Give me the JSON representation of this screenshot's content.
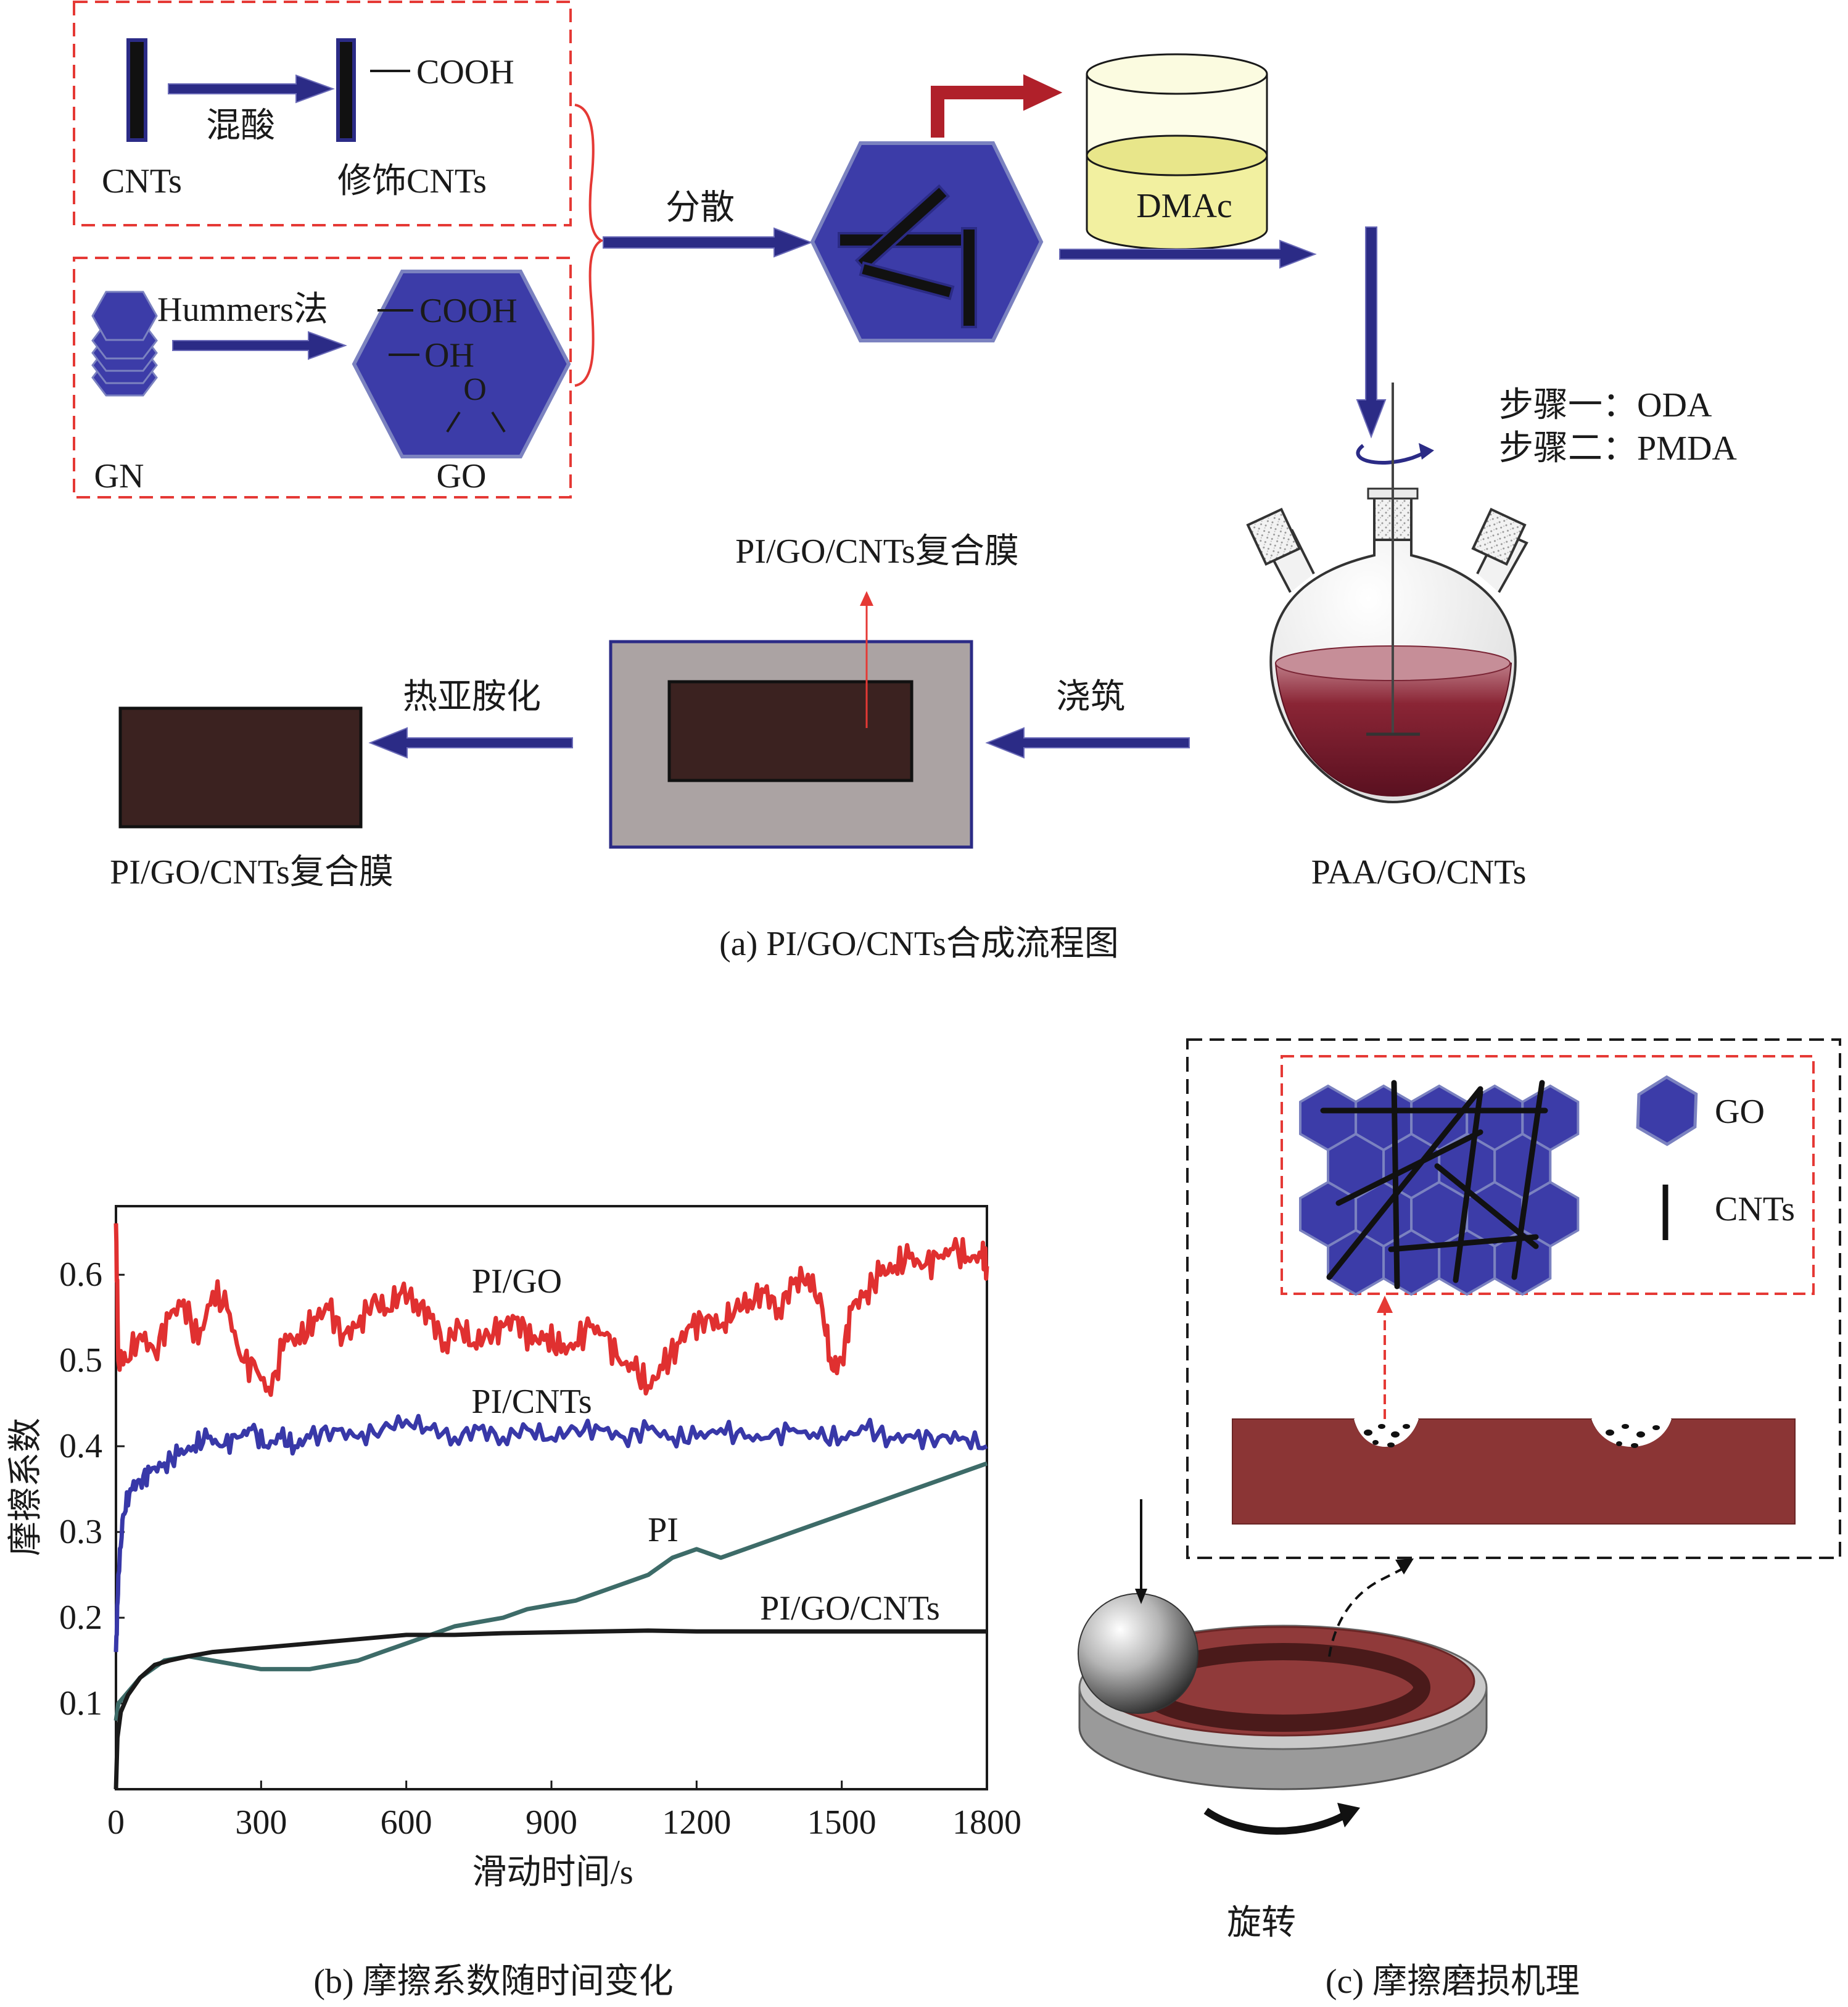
{
  "colors": {
    "navy": "#2b2b86",
    "hex_fill": "#3c3ca8",
    "hex_stroke": "#7b82c0",
    "dashed_red": "#e53935",
    "mold_gray": "#aba3a3",
    "film_brown": "#3b2220",
    "pi_go": "#e03030",
    "pi_cnts": "#3838a8",
    "pi": "#3d6b68",
    "pi_go_cnts": "#1a1a1a",
    "disk_red": "#903a3a",
    "beaker_yellow": "#f2f0a0"
  },
  "panel_a": {
    "cnts_label": "CNTs",
    "mixed_acid": "混酸",
    "cooh_top": "COOH",
    "modified_cnts": "修饰CNTs",
    "hummers": "Hummers法",
    "gn_label": "GN",
    "go_label": "GO",
    "go_cooh": "COOH",
    "go_oh": "OH",
    "go_o": "O",
    "disperse": "分散",
    "dmac": "DMAc",
    "step1": "步骤一：ODA",
    "step2": "步骤二：PMDA",
    "paa_label": "PAA/GO/CNTs",
    "casting": "浇筑",
    "mold_label": "PI/GO/CNTs复合膜",
    "imidization": "热亚胺化",
    "final_label": "PI/GO/CNTs复合膜",
    "caption": "(a) PI/GO/CNTs合成流程图"
  },
  "panel_b": {
    "caption": "(b) 摩擦系数随时间变化"
  },
  "panel_c": {
    "legend_go": "GO",
    "legend_cnts": "CNTs",
    "rotate": "旋转",
    "caption": "(c) 摩擦磨损机理"
  },
  "chart_data": {
    "type": "line",
    "xlabel": "滑动时间/s",
    "ylabel": "摩擦系数",
    "xlim": [
      0,
      1800
    ],
    "ylim": [
      0,
      0.68
    ],
    "xticks": [
      0,
      300,
      600,
      900,
      1200,
      1500,
      1800
    ],
    "yticks": [
      0.1,
      0.2,
      0.3,
      0.4,
      0.5,
      0.6
    ],
    "grid": false,
    "series": [
      {
        "name": "PI/GO",
        "color": "#e03030",
        "x": [
          0,
          5,
          20,
          50,
          80,
          110,
          140,
          170,
          200,
          230,
          260,
          290,
          320,
          350,
          380,
          410,
          440,
          470,
          500,
          530,
          560,
          590,
          620,
          650,
          680,
          710,
          740,
          770,
          800,
          830,
          860,
          890,
          920,
          950,
          980,
          1010,
          1040,
          1070,
          1100,
          1130,
          1160,
          1190,
          1220,
          1250,
          1280,
          1310,
          1340,
          1370,
          1400,
          1430,
          1460,
          1480,
          1500,
          1520,
          1550,
          1580,
          1610,
          1640,
          1670,
          1700,
          1730,
          1760,
          1790,
          1800
        ],
        "y": [
          0.66,
          0.5,
          0.5,
          0.53,
          0.51,
          0.55,
          0.57,
          0.52,
          0.58,
          0.56,
          0.5,
          0.49,
          0.46,
          0.53,
          0.52,
          0.55,
          0.56,
          0.53,
          0.54,
          0.57,
          0.56,
          0.58,
          0.57,
          0.55,
          0.52,
          0.54,
          0.52,
          0.53,
          0.54,
          0.55,
          0.52,
          0.53,
          0.51,
          0.52,
          0.54,
          0.53,
          0.5,
          0.49,
          0.47,
          0.49,
          0.52,
          0.54,
          0.55,
          0.54,
          0.56,
          0.57,
          0.58,
          0.56,
          0.59,
          0.6,
          0.56,
          0.49,
          0.5,
          0.56,
          0.58,
          0.6,
          0.61,
          0.62,
          0.61,
          0.62,
          0.63,
          0.62,
          0.62,
          0.61
        ]
      },
      {
        "name": "PI/CNTs",
        "color": "#3838a8",
        "x": [
          0,
          5,
          15,
          30,
          50,
          70,
          100,
          130,
          160,
          190,
          220,
          250,
          280,
          310,
          340,
          370,
          400,
          450,
          500,
          550,
          600,
          650,
          700,
          750,
          800,
          850,
          900,
          950,
          1000,
          1050,
          1100,
          1150,
          1200,
          1250,
          1300,
          1350,
          1400,
          1450,
          1500,
          1550,
          1600,
          1650,
          1700,
          1750,
          1800
        ],
        "y": [
          0.16,
          0.25,
          0.32,
          0.35,
          0.36,
          0.37,
          0.38,
          0.39,
          0.4,
          0.41,
          0.4,
          0.41,
          0.42,
          0.4,
          0.41,
          0.4,
          0.41,
          0.42,
          0.41,
          0.42,
          0.43,
          0.42,
          0.41,
          0.42,
          0.41,
          0.42,
          0.41,
          0.42,
          0.42,
          0.41,
          0.42,
          0.41,
          0.41,
          0.42,
          0.41,
          0.41,
          0.42,
          0.41,
          0.41,
          0.42,
          0.41,
          0.41,
          0.41,
          0.41,
          0.4
        ]
      },
      {
        "name": "PI",
        "color": "#3d6b68",
        "x": [
          0,
          5,
          20,
          50,
          100,
          150,
          200,
          250,
          300,
          350,
          400,
          450,
          500,
          550,
          600,
          650,
          700,
          750,
          800,
          850,
          900,
          950,
          1000,
          1050,
          1100,
          1150,
          1200,
          1250,
          1300,
          1350,
          1400,
          1450,
          1500,
          1550,
          1600,
          1650,
          1700,
          1750,
          1800
        ],
        "y": [
          0.08,
          0.1,
          0.11,
          0.13,
          0.15,
          0.155,
          0.15,
          0.145,
          0.14,
          0.14,
          0.14,
          0.145,
          0.15,
          0.16,
          0.17,
          0.18,
          0.19,
          0.195,
          0.2,
          0.21,
          0.215,
          0.22,
          0.23,
          0.24,
          0.25,
          0.27,
          0.28,
          0.27,
          0.28,
          0.29,
          0.3,
          0.31,
          0.32,
          0.33,
          0.34,
          0.35,
          0.36,
          0.37,
          0.38
        ]
      },
      {
        "name": "PI/GO/CNTs",
        "color": "#1a1a1a",
        "x": [
          0,
          3,
          10,
          25,
          50,
          80,
          110,
          150,
          200,
          300,
          400,
          500,
          600,
          700,
          800,
          900,
          1000,
          1100,
          1200,
          1300,
          1400,
          1500,
          1600,
          1700,
          1800
        ],
        "y": [
          0.0,
          0.06,
          0.09,
          0.11,
          0.13,
          0.145,
          0.15,
          0.155,
          0.16,
          0.165,
          0.17,
          0.175,
          0.18,
          0.18,
          0.182,
          0.183,
          0.184,
          0.185,
          0.184,
          0.184,
          0.184,
          0.184,
          0.184,
          0.184,
          0.184
        ]
      }
    ]
  }
}
